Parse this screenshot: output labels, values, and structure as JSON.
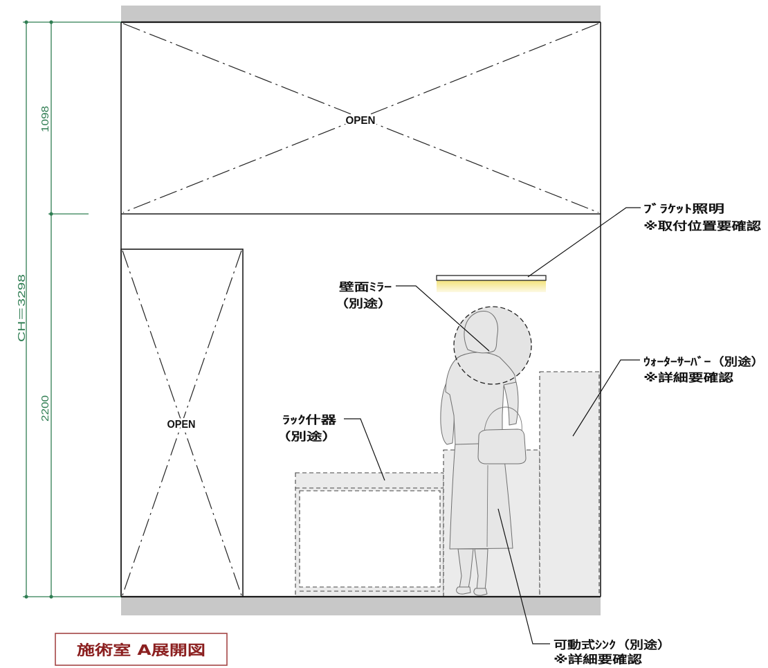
{
  "drawing": {
    "upper_opening_label": "OPEN",
    "door_opening_label": "OPEN"
  },
  "dimensions": {
    "total": "CH＝3298",
    "upper": "1098",
    "lower": "2200"
  },
  "annotations": {
    "bracket_light": {
      "name": "ﾌﾞﾗｹｯﾄ照明",
      "note": "※取付位置要確認"
    },
    "wall_mirror": {
      "name": "壁面ﾐﾗｰ",
      "note": "（別途）"
    },
    "rack_fixture": {
      "name": "ﾗｯｸ什器",
      "note": "（別途）"
    },
    "water_server": {
      "name": "ｳｫｰﾀｰｻｰﾊﾞｰ（別途）",
      "note": "※詳細要確認"
    },
    "movable_sink": {
      "name": "可動式ｼﾝｸ（別途）",
      "note": "※詳細要確認"
    }
  },
  "title": "施術室 A展開図",
  "colors": {
    "dimension": "#2f7d52",
    "title": "#8b1f1f",
    "title_border": "#a34545",
    "slab": "#c8c8c8",
    "fixture_fill": "#ebebeb",
    "light_glow": "#f3e27a"
  }
}
